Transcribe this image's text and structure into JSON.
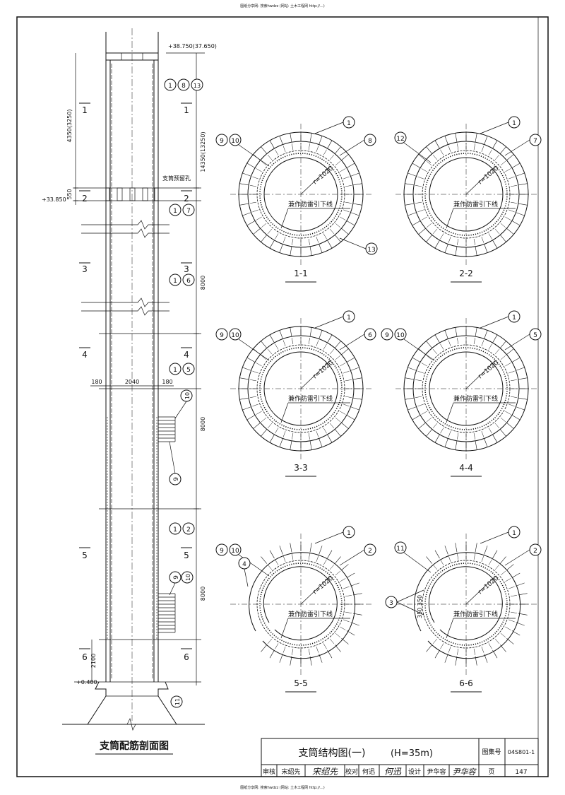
{
  "watermark_top": "图纸分享网: 搜索hwdzz (网站: 土木工程网 http://...)",
  "watermark_bottom": "图纸分享网: 搜索hwdzz (网站: 土木工程网 http://...)",
  "elevation": {
    "top": "+38.750(37.650)",
    "mid": "+33.850",
    "bottom": "+0.400"
  },
  "dims": {
    "d4350": "4350(3250)",
    "d550": "550",
    "d14350": "14350(13250)",
    "d8000a": "8000",
    "d8000b": "8000",
    "d8000c": "8000",
    "d2100": "2100",
    "w180a": "180",
    "w2040": "2040",
    "w180b": "180"
  },
  "opening_label": "支筒预留孔",
  "section_marks": [
    "1",
    "2",
    "3",
    "4",
    "5",
    "6"
  ],
  "bar_tags": {
    "t1": "1",
    "t8": "8",
    "t13": "13",
    "t7a": "1",
    "t7b": "7",
    "t6a": "1",
    "t6b": "6",
    "t5a": "1",
    "t5b": "5",
    "t10": "10",
    "t9": "9",
    "t2a": "1",
    "t2b": "2",
    "t9b": "9",
    "t10b": "10",
    "t11": "11"
  },
  "elevation_title": "支筒配筋剖面图",
  "sections": [
    {
      "id": "1-1",
      "label": "1-1",
      "tags_left": [
        "9",
        "10"
      ],
      "tags_right": [
        "1",
        "8"
      ],
      "extra": "13",
      "radius": "r=1020",
      "center_label": "兼作防雷引下线"
    },
    {
      "id": "2-2",
      "label": "2-2",
      "tags_left": [
        "12"
      ],
      "tags_right": [
        "1",
        "7"
      ],
      "radius": "r=1020",
      "center_label": "兼作防雷引下线"
    },
    {
      "id": "3-3",
      "label": "3-3",
      "tags_left": [
        "9",
        "10"
      ],
      "tags_right": [
        "1",
        "6"
      ],
      "radius": "r=1020",
      "center_label": "兼作防雷引下线"
    },
    {
      "id": "4-4",
      "label": "4-4",
      "tags_left": [
        "9",
        "10"
      ],
      "tags_right": [
        "1",
        "5"
      ],
      "radius": "r=1020",
      "center_label": "兼作防雷引下线"
    },
    {
      "id": "5-5",
      "label": "5-5",
      "tags_left": [
        "9",
        "10"
      ],
      "tags_right": [
        "1",
        "2"
      ],
      "extra": "4",
      "radius": "r=1020",
      "center_label": "兼作防雷引下线"
    },
    {
      "id": "6-6",
      "label": "6-6",
      "tags_left": [
        "11"
      ],
      "tags_right": [
        "1",
        "2"
      ],
      "extra": "3",
      "radius": "r=1020",
      "center_label": "兼作防雷引下线",
      "dim": "350 350"
    }
  ],
  "title_block": {
    "title": "支筒结构图(一)",
    "subtitle": "(H=35m)",
    "atlas_label": "图集号",
    "atlas_no": "04S801-1",
    "review_label": "审核",
    "reviewer": "宋绍先",
    "reviewer_sign": "宋绍先",
    "check_label": "校对",
    "checker": "何迅",
    "checker_sign": "何迅",
    "design_label": "设计",
    "designer": "尹华容",
    "designer_sign": "尹华容",
    "page_label": "页",
    "page_no": "147"
  }
}
